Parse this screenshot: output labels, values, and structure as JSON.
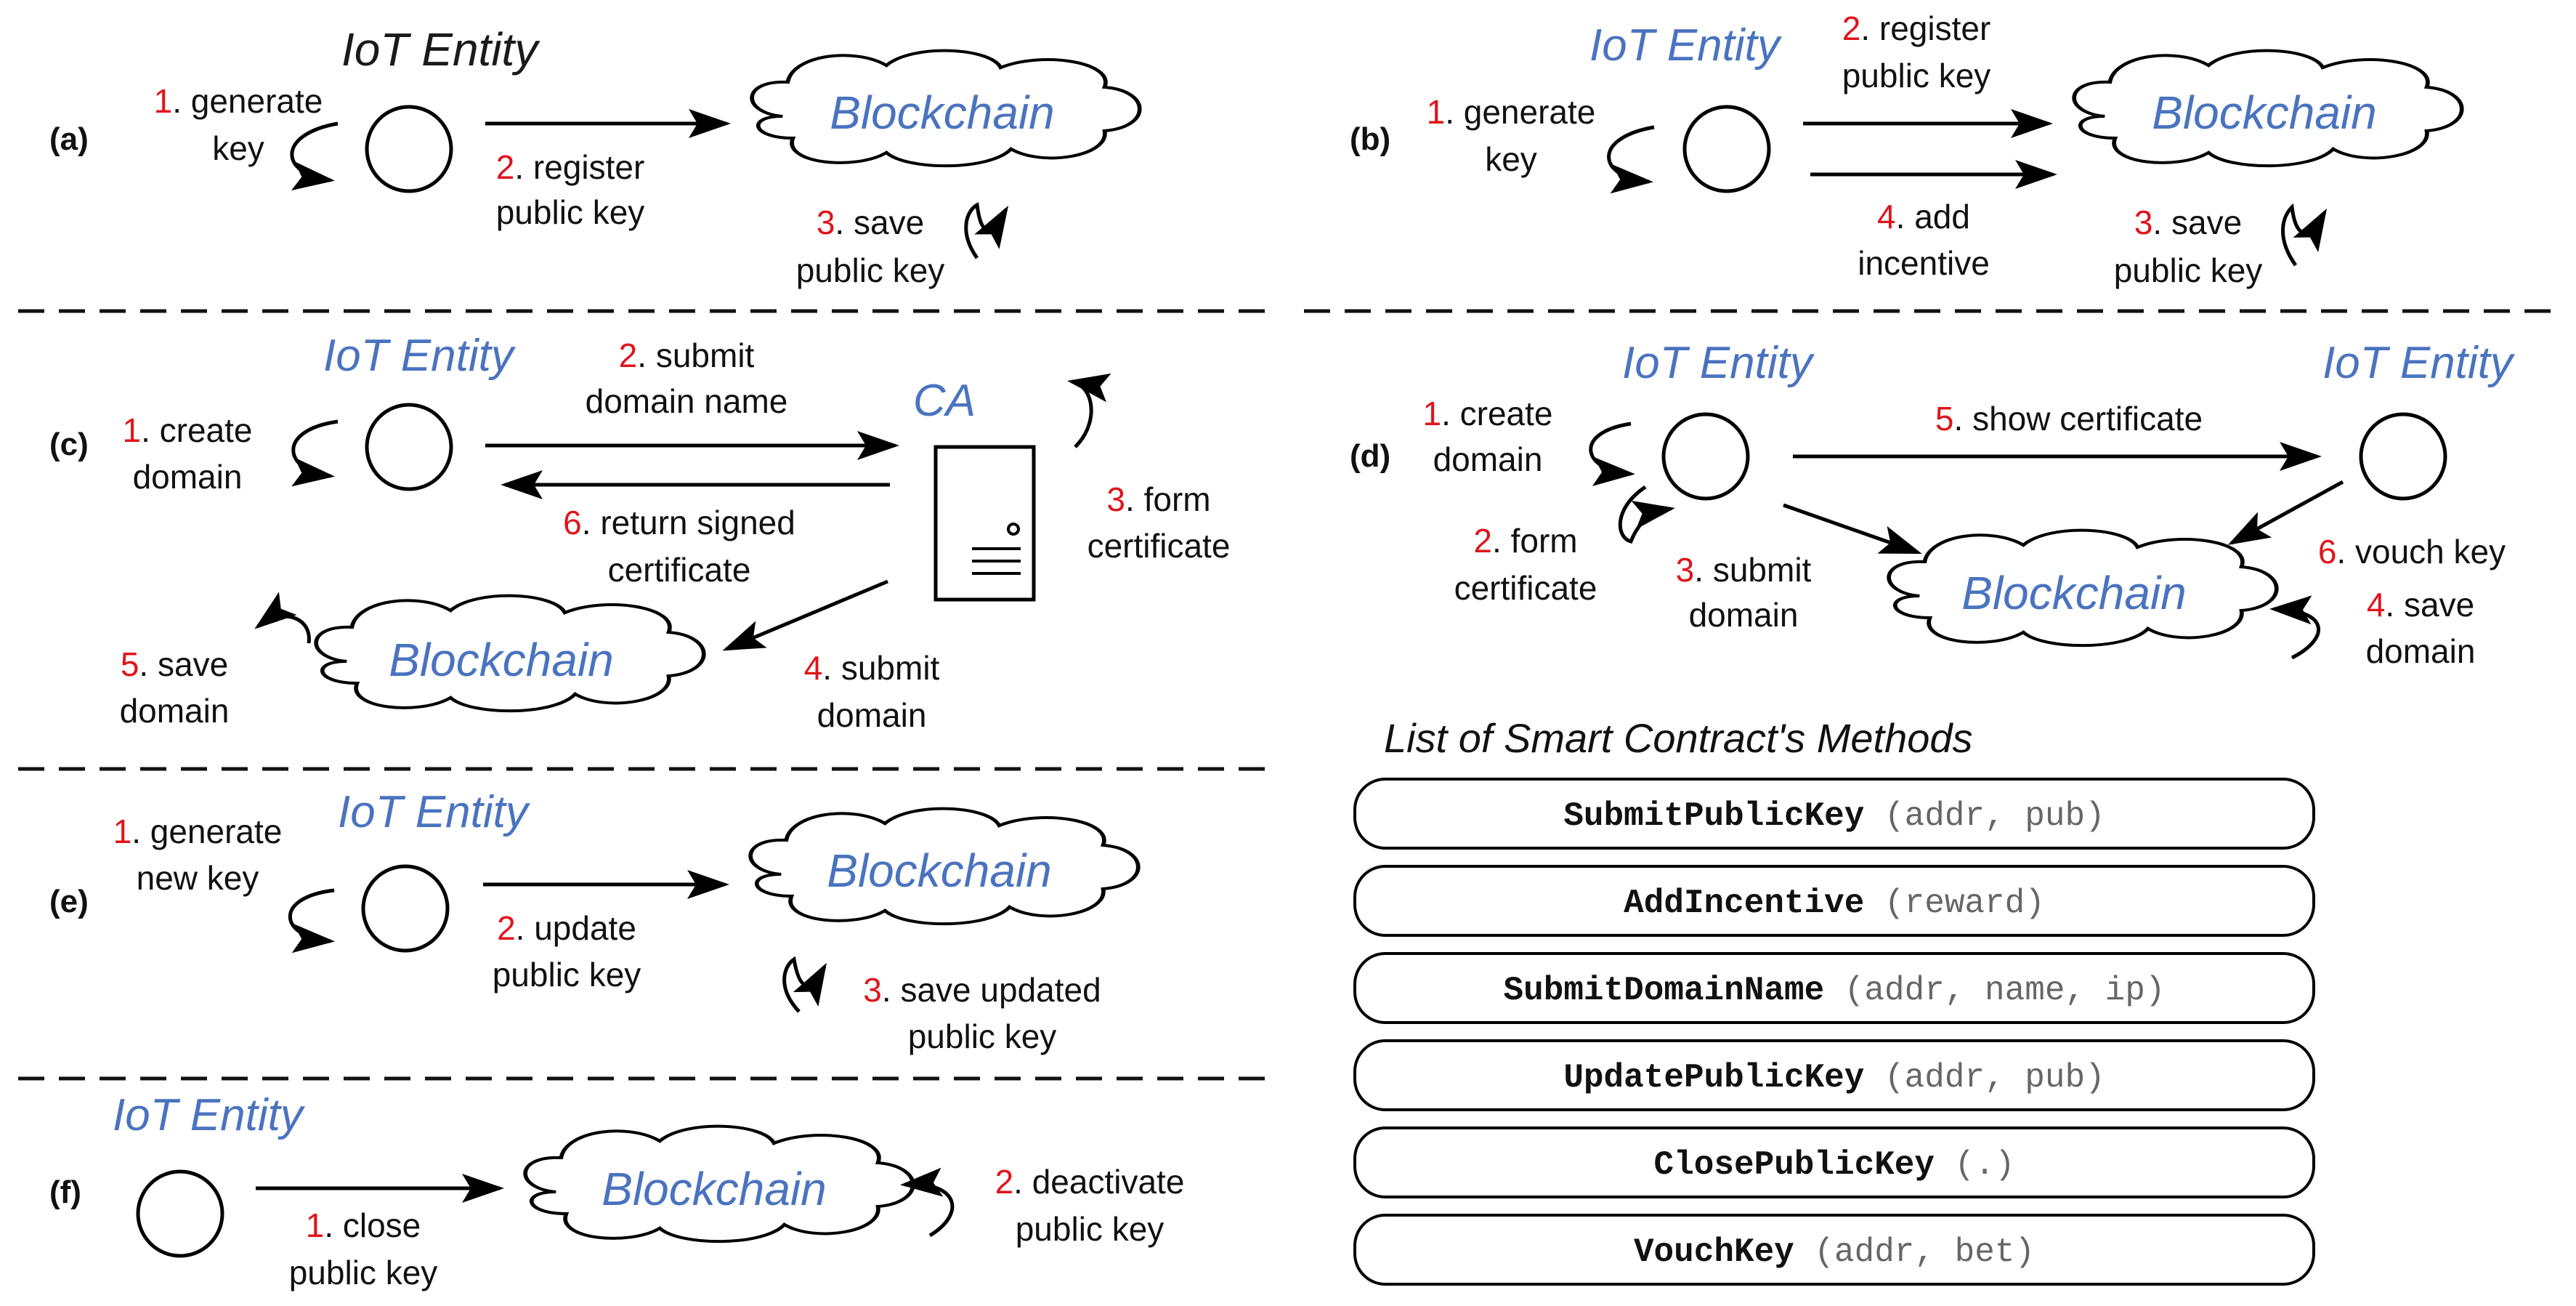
{
  "panels": [
    {
      "label": "(a)",
      "entity": "IoT Entity",
      "blockchain": "Blockchain",
      "steps": [
        {
          "n": "1",
          "lines": [
            "generate",
            "key"
          ]
        },
        {
          "n": "2",
          "lines": [
            "register",
            "public key"
          ]
        },
        {
          "n": "3",
          "lines": [
            "save",
            "public key"
          ]
        }
      ]
    },
    {
      "label": "(b)",
      "entity": "IoT Entity",
      "blockchain": "Blockchain",
      "steps": [
        {
          "n": "1",
          "lines": [
            "generate",
            "key"
          ]
        },
        {
          "n": "2",
          "lines": [
            "register",
            "public key"
          ]
        },
        {
          "n": "3",
          "lines": [
            "save",
            "public key"
          ]
        },
        {
          "n": "4",
          "lines": [
            "add",
            "incentive"
          ]
        }
      ]
    },
    {
      "label": "(c)",
      "entity": "IoT Entity",
      "ca": "CA",
      "blockchain": "Blockchain",
      "steps": [
        {
          "n": "1",
          "lines": [
            "create",
            "domain"
          ]
        },
        {
          "n": "2",
          "lines": [
            "submit",
            "domain name"
          ]
        },
        {
          "n": "3",
          "lines": [
            "form",
            "certificate"
          ]
        },
        {
          "n": "4",
          "lines": [
            "submit",
            "domain"
          ]
        },
        {
          "n": "5",
          "lines": [
            "save",
            "domain"
          ]
        },
        {
          "n": "6",
          "lines": [
            "return signed",
            "certificate"
          ]
        }
      ]
    },
    {
      "label": "(d)",
      "entity": "IoT Entity",
      "entity2": "IoT Entity",
      "blockchain": "Blockchain",
      "steps": [
        {
          "n": "1",
          "lines": [
            "create",
            "domain"
          ]
        },
        {
          "n": "2",
          "lines": [
            "form",
            "certificate"
          ]
        },
        {
          "n": "3",
          "lines": [
            "submit",
            "domain"
          ]
        },
        {
          "n": "4",
          "lines": [
            "save",
            "domain"
          ]
        },
        {
          "n": "5",
          "lines": [
            "show certificate"
          ]
        },
        {
          "n": "6",
          "lines": [
            "vouch key"
          ]
        }
      ]
    },
    {
      "label": "(e)",
      "entity": "IoT Entity",
      "blockchain": "Blockchain",
      "steps": [
        {
          "n": "1",
          "lines": [
            "generate",
            "new key"
          ]
        },
        {
          "n": "2",
          "lines": [
            "update",
            "public key"
          ]
        },
        {
          "n": "3",
          "lines": [
            "save updated",
            "public key"
          ]
        }
      ]
    },
    {
      "label": "(f)",
      "entity": "IoT Entity",
      "blockchain": "Blockchain",
      "steps": [
        {
          "n": "1",
          "lines": [
            "close",
            "public key"
          ]
        },
        {
          "n": "2",
          "lines": [
            "deactivate",
            "public key"
          ]
        }
      ]
    }
  ],
  "methods": {
    "title": "List of Smart Contract's Methods",
    "items": [
      {
        "name": "SubmitPublicKey",
        "args": "(addr, pub)"
      },
      {
        "name": "AddIncentive",
        "args": "(reward)"
      },
      {
        "name": "SubmitDomainName",
        "args": "(addr, name, ip)"
      },
      {
        "name": "UpdatePublicKey",
        "args": "(addr, pub)"
      },
      {
        "name": "ClosePublicKey",
        "args": "(.)"
      },
      {
        "name": "VouchKey",
        "args": "(addr, bet)"
      }
    ]
  },
  "colors": {
    "step_number": "#e0141b",
    "entity_text": "#4a73bf",
    "line": "#000000"
  }
}
